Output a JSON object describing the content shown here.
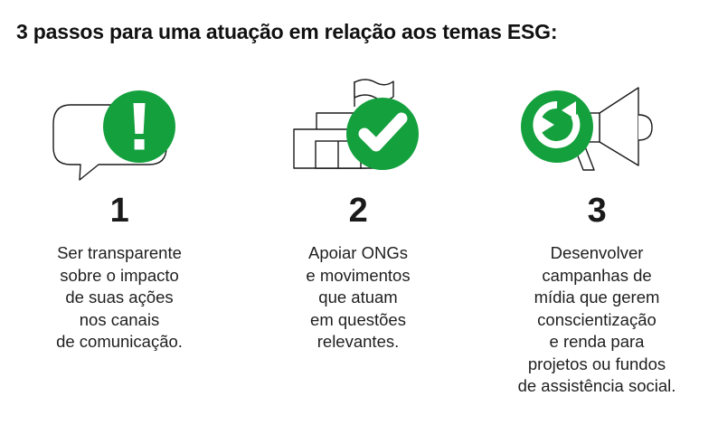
{
  "page": {
    "background_color": "#ffffff",
    "accent_color": "#13a03d",
    "text_color": "#1f1f1f",
    "title": "3 passos para uma atuação em relação aos temas ESG:"
  },
  "steps": [
    {
      "number": "1",
      "icon_outline": "speech-bubble-icon",
      "icon_badge": "exclamation-mark-icon",
      "lines": [
        "Ser transparente",
        "sobre o impacto",
        "de suas ações",
        "nos canais",
        "de comunicação."
      ]
    },
    {
      "number": "2",
      "icon_outline": "institution-building-flag-icon",
      "icon_badge": "checkmark-icon",
      "lines": [
        "Apoiar ONGs",
        "e movimentos",
        "que atuam",
        "em questões",
        "relevantes."
      ]
    },
    {
      "number": "3",
      "icon_outline": "megaphone-icon",
      "icon_badge": "recycle-arrows-icon",
      "lines": [
        "Desenvolver",
        "campanhas de",
        "mídia que gerem",
        "conscientização",
        "e renda para",
        "projetos ou fundos",
        "de assistência social."
      ]
    }
  ]
}
